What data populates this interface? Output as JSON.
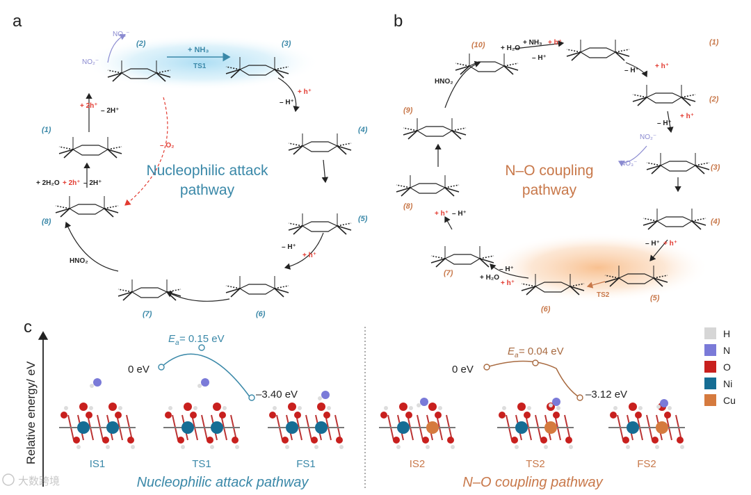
{
  "colors": {
    "blue": "#3a88a8",
    "orange": "#c8784a",
    "red": "#e23a30",
    "black": "#222222",
    "legend_H": "#d6d6d6",
    "legend_N": "#7a7ad8",
    "legend_O": "#c8201e",
    "legend_Ni": "#166d94",
    "legend_Cu": "#d57a3e"
  },
  "panel_a": {
    "letter": "a",
    "title_line1": "Nucleophilic attack",
    "title_line2": "pathway",
    "steps": [
      "(1)",
      "(2)",
      "(3)",
      "(4)",
      "(5)",
      "(6)",
      "(7)",
      "(8)"
    ],
    "labels": {
      "no3": "NO₃⁻",
      "no2": "NO₂⁻",
      "nh3": "+ NH₃",
      "ts1": "TS1",
      "h_plus": "+ h⁺",
      "minus_h": "– H⁺",
      "two_h": "+ 2h⁺",
      "minus_two_h": "– 2H⁺",
      "minus_o2": "– O₂",
      "water_step_a": "+ 2H₂O",
      "water_step_b": "+ 2h⁺",
      "water_step_c": "– 2H⁺",
      "hno2": "HNO₂"
    }
  },
  "panel_b": {
    "letter": "b",
    "title_line1": "N–O coupling",
    "title_line2": "pathway",
    "steps": [
      "(1)",
      "(2)",
      "(3)",
      "(4)",
      "(5)",
      "(6)",
      "(7)",
      "(8)",
      "(9)",
      "(10)"
    ],
    "labels": {
      "top_water": "+ H₂O",
      "top_nh3": "+ NH₃",
      "top_h": "+ h⁺",
      "top_minus_h": "– H⁺",
      "no2": "NO₂⁻",
      "no3": "NO₃⁻",
      "ts2": "TS2",
      "hno2": "HNO₂",
      "water": "+ H₂O",
      "h_plus": "+ h⁺",
      "minus_h": "– H⁺"
    }
  },
  "panel_c": {
    "letter": "c",
    "ylabel": "Relative energy/ eV",
    "left": {
      "ea_prefix": "E",
      "ea_sub": "a",
      "ea_value": " = 0.15 eV",
      "start": "0 eV",
      "end": "–3.40 eV",
      "structures": [
        "IS1",
        "TS1",
        "FS1"
      ],
      "title": "Nucleophilic attack pathway"
    },
    "right": {
      "ea_prefix": "E",
      "ea_sub": "a",
      "ea_value": " = 0.04 eV",
      "start": "0 eV",
      "end": "–3.12 eV",
      "structures": [
        "IS2",
        "TS2",
        "FS2"
      ],
      "title": "N–O coupling pathway"
    },
    "legend": [
      {
        "label": "H",
        "color": "#d6d6d6"
      },
      {
        "label": "N",
        "color": "#7a7ad8"
      },
      {
        "label": "O",
        "color": "#c8201e"
      },
      {
        "label": "Ni",
        "color": "#166d94"
      },
      {
        "label": "Cu",
        "color": "#d57a3e"
      }
    ]
  },
  "watermark": "大数跨境"
}
